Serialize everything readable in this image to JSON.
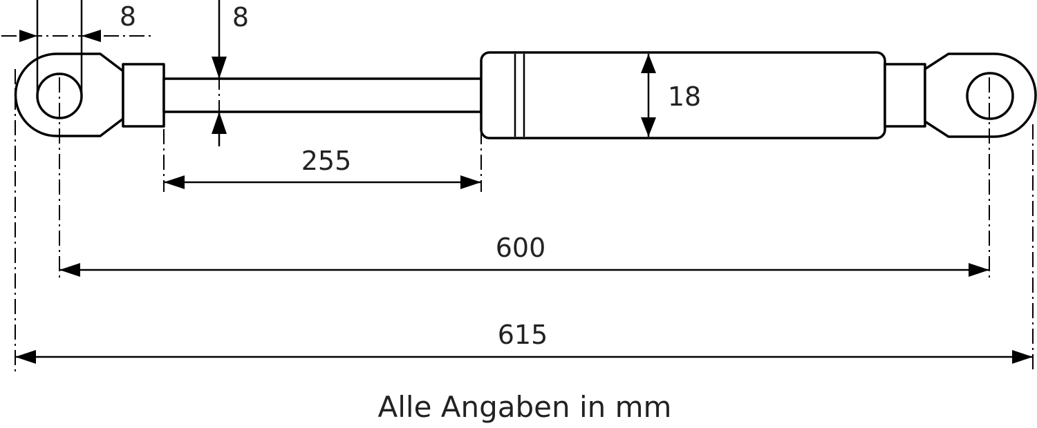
{
  "dimensions": {
    "eye_hole_diameter": "8",
    "rod_diameter": "8",
    "cylinder_diameter": "18",
    "rod_stroke_length": "255",
    "eye_center_distance": "600",
    "overall_length": "615"
  },
  "caption": "Alle Angaben in mm"
}
